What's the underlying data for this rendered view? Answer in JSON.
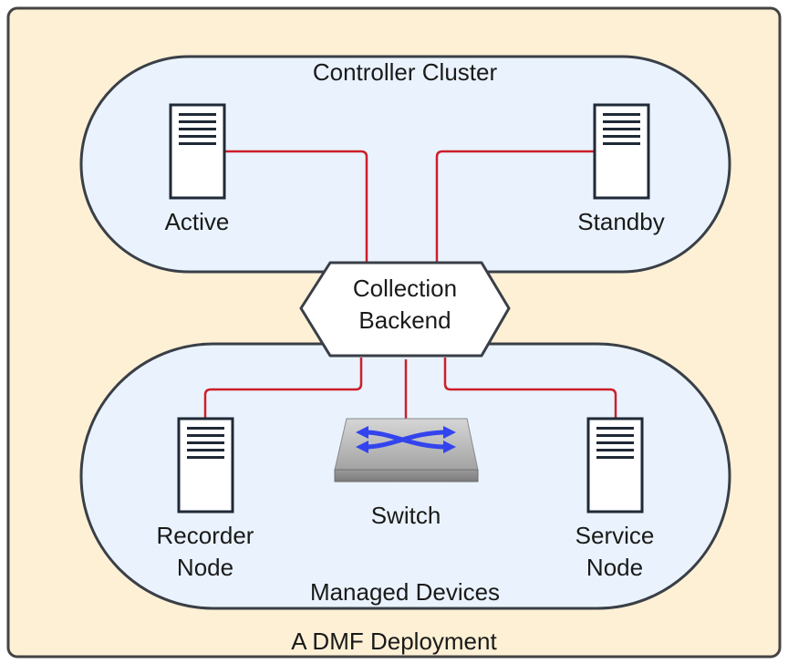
{
  "diagram": {
    "title": "A DMF Deployment",
    "cluster": {
      "title": "Controller Cluster",
      "active_label": "Active",
      "standby_label": "Standby"
    },
    "backend": {
      "line1": "Collection",
      "line2": "Backend"
    },
    "managed": {
      "title": "Managed Devices",
      "recorder_line1": "Recorder",
      "recorder_line2": "Node",
      "switch_label": "Switch",
      "service_line1": "Service",
      "service_line2": "Node"
    },
    "colors": {
      "outer_fill": "#fdf0d5",
      "outer_stroke": "#444444",
      "group_fill": "#eaf3fd",
      "group_stroke": "#3a3f47",
      "link": "#cc1f2a",
      "server_fill": "#ffffff",
      "server_stroke": "#1f2937",
      "switch_arrows": "#3344ee"
    }
  }
}
